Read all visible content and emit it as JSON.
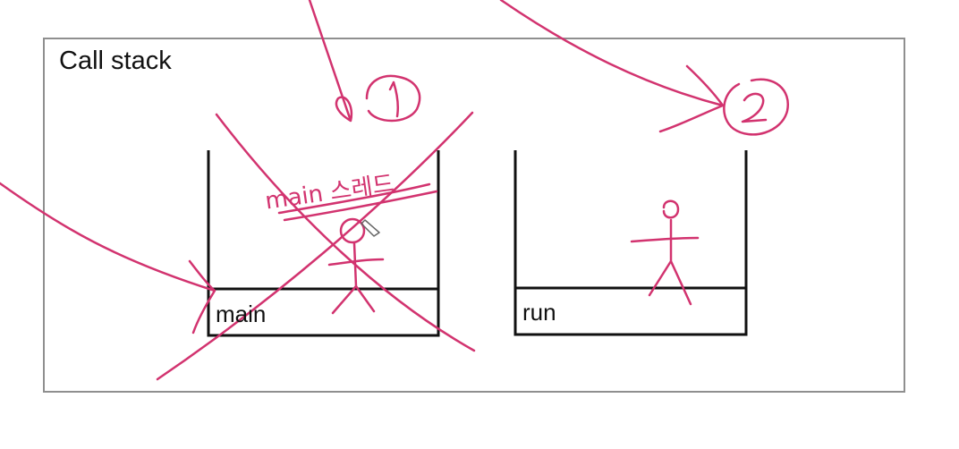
{
  "title": "Call stack",
  "stacks": [
    {
      "frame_label": "main"
    },
    {
      "frame_label": "run"
    }
  ],
  "annotations": {
    "marker_1": "1",
    "marker_2": "2",
    "handwritten_label": "main 스레드"
  },
  "colors": {
    "panel_border": "#8f8f8f",
    "stack_line": "#111111",
    "ink": "#d2336f",
    "background": "#ffffff"
  }
}
